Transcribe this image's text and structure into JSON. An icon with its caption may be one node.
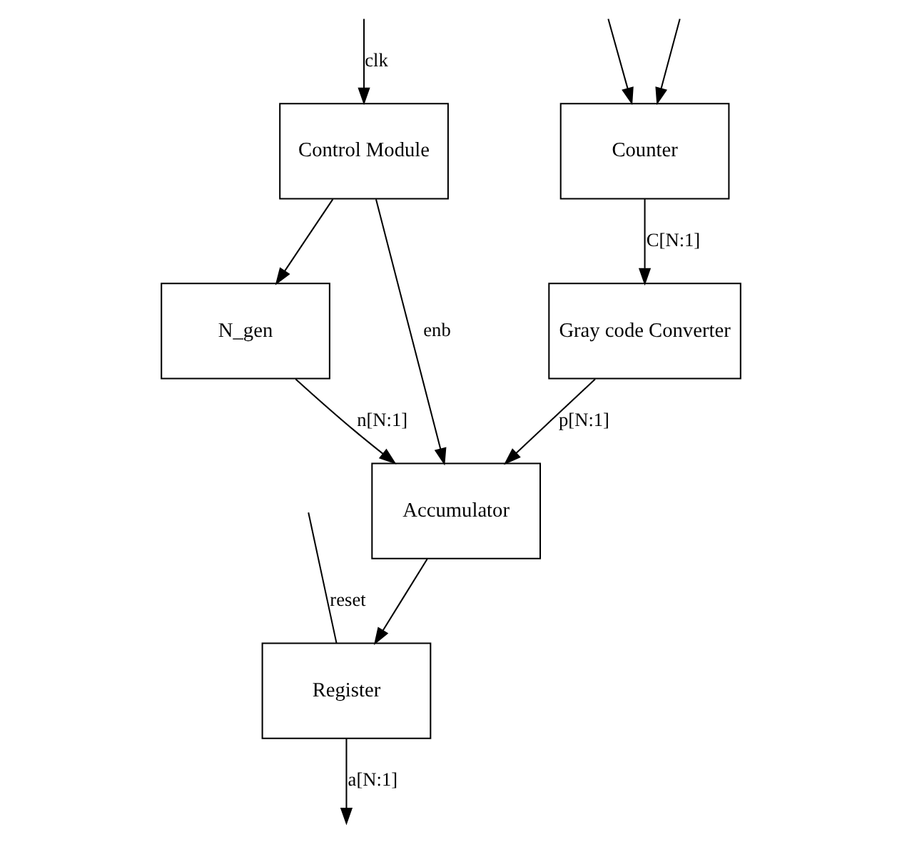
{
  "diagram": {
    "nodes": [
      {
        "text": [
          "Counter"
        ]
      },
      {
        "text": [
          "Gray code Converter"
        ]
      },
      {
        "text": [
          "N_gen"
        ]
      },
      {
        "text": [
          "Control Module"
        ]
      },
      {
        "text": [
          "Accumulator"
        ]
      },
      {
        "text": [
          "Register"
        ]
      }
    ],
    "edges": [
      {
        "from": null,
        "to": 3,
        "arrow": "to",
        "label": "clk"
      },
      {
        "from": null,
        "to": 0,
        "arrow": "to"
      },
      {
        "from": null,
        "to": 0,
        "arrow": "to"
      },
      {
        "from": null,
        "to": 5,
        "arrow": "none",
        "label": "reset"
      },
      {
        "from": 0,
        "to": 1,
        "arrow": "to",
        "label": "C[N:1]"
      },
      {
        "from": 1,
        "to": 4,
        "arrow": "to",
        "label": "p[N:1]"
      },
      {
        "from": 2,
        "to": 4,
        "arrow": "to",
        "label": "n[N:1]"
      },
      {
        "from": 3,
        "to": 4,
        "arrow": "to",
        "label": "enb"
      },
      {
        "from": 3,
        "to": 2,
        "arrow": "to"
      },
      {
        "from": 4,
        "to": 5,
        "arrow": "to"
      },
      {
        "from": 5,
        "to": null,
        "arrow": "to",
        "label": "a[N:1]"
      }
    ]
  }
}
